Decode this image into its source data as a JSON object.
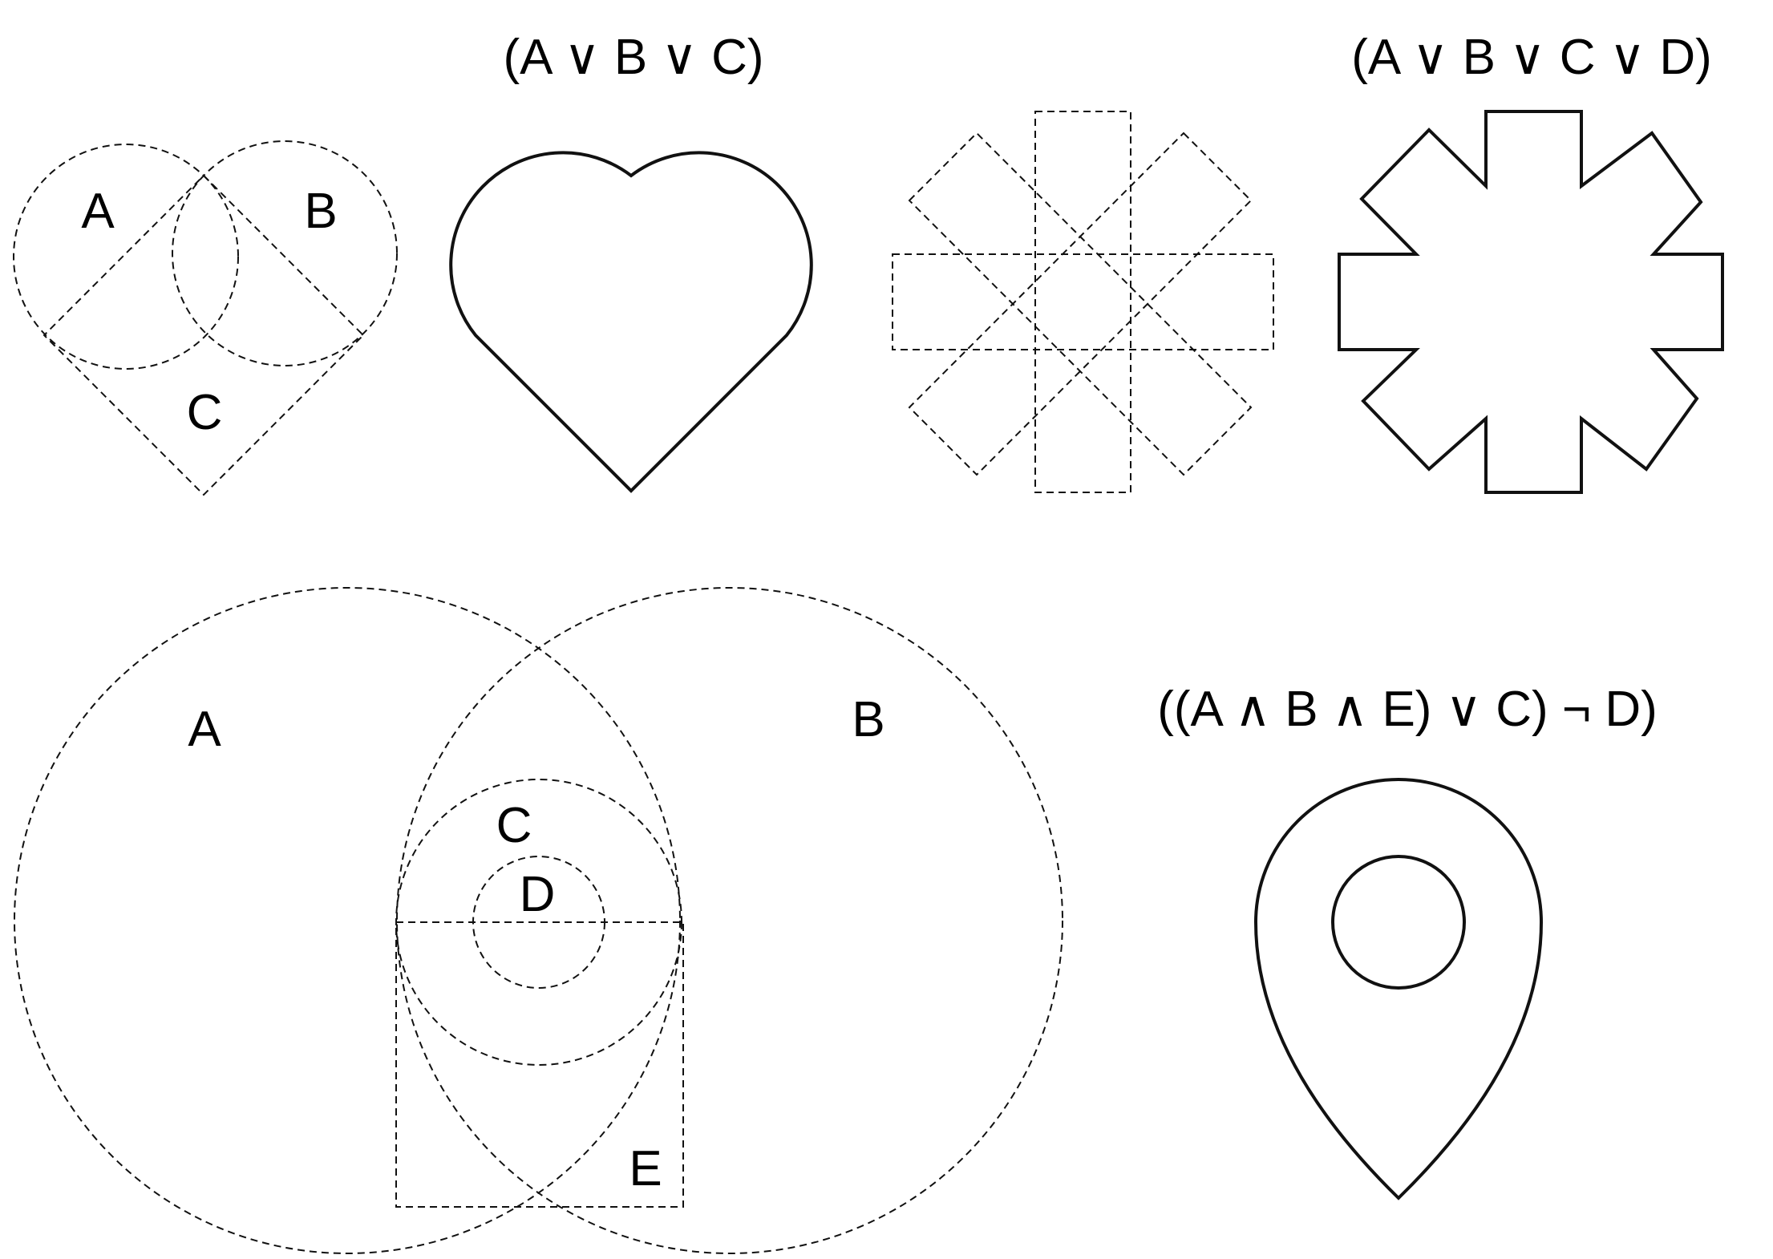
{
  "panels": {
    "heart": {
      "labels": [
        "A",
        "B",
        "C"
      ],
      "formula": "(A ∨ B ∨ C)"
    },
    "star": {
      "formula": "(A ∨ B ∨ C ∨ D)"
    },
    "pin": {
      "labels": [
        "A",
        "B",
        "C",
        "D",
        "E"
      ],
      "formula": "((A ∧ B ∧ E) ∨ C) ¬ D)"
    }
  }
}
